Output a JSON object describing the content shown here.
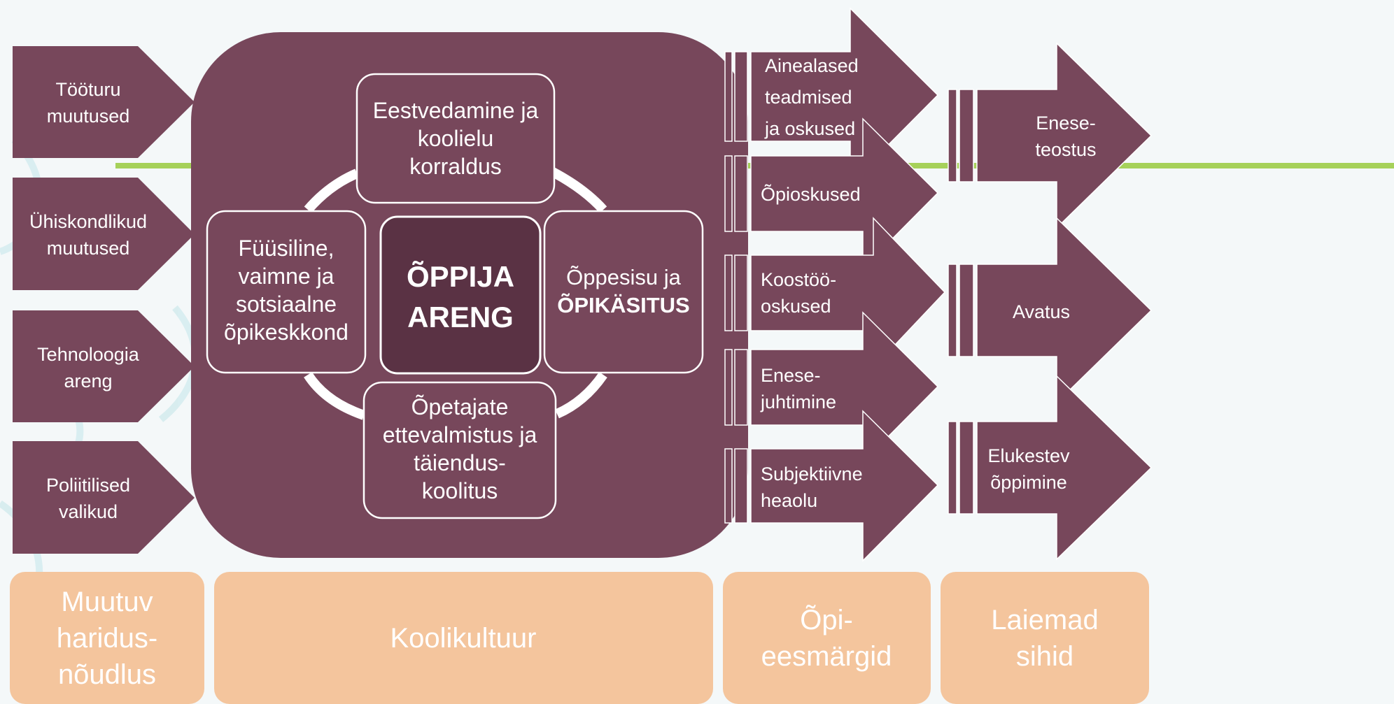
{
  "colors": {
    "background": "#f4f8f9",
    "plum": "#77475b",
    "plum_dark": "#5a3244",
    "peach": "#f4c59d",
    "green_line": "#a6d15a",
    "text_light": "#ffffff",
    "decor_teal": "#cfe8ec"
  },
  "inputs": {
    "items": [
      {
        "line1": "Tööturu",
        "line2": "muutused"
      },
      {
        "line1": "Ühiskondlikud",
        "line2": "muutused"
      },
      {
        "line1": "Tehnoloogia",
        "line2": "areng"
      },
      {
        "line1": "Poliitilised",
        "line2": "valikud"
      }
    ]
  },
  "culture": {
    "top": {
      "line1": "Eestvedamine ja",
      "line2": "koolielu",
      "line3": "korraldus"
    },
    "left": {
      "line1": "Füüsiline,",
      "line2": "vaimne ja",
      "line3": "sotsiaalne",
      "line4": "õpikeskkond"
    },
    "right": {
      "line1": "Õppesisu ja",
      "line2": "ÕPIKÄSITUS"
    },
    "bottom": {
      "line1": "Õpetajate",
      "line2": "ettevalmistus ja",
      "line3": "täiendus-",
      "line4": "koolitus"
    },
    "center": {
      "line1": "ÕPPIJA",
      "line2": "ARENG"
    }
  },
  "outcomes": {
    "items": [
      {
        "line1": "Ainealased",
        "line2": "teadmised",
        "line3": "ja oskused"
      },
      {
        "line1": "Õpioskused"
      },
      {
        "line1": "Koostöö-",
        "line2": "oskused"
      },
      {
        "line1": "Enese-",
        "line2": "juhtimine"
      },
      {
        "line1": "Subjektiivne",
        "line2": "heaolu"
      }
    ]
  },
  "goals": {
    "items": [
      {
        "line1": "Enese-",
        "line2": "teostus"
      },
      {
        "line1": "Avatus"
      },
      {
        "line1": "Elukestev",
        "line2": "õppimine"
      }
    ]
  },
  "footer": {
    "col1": {
      "line1": "Muutuv",
      "line2": "haridus-",
      "line3": "nõudlus"
    },
    "col2": {
      "line1": "Koolikultuur"
    },
    "col3": {
      "line1": "Õpi-",
      "line2": "eesmärgid"
    },
    "col4": {
      "line1": "Laiemad",
      "line2": "sihid"
    }
  }
}
